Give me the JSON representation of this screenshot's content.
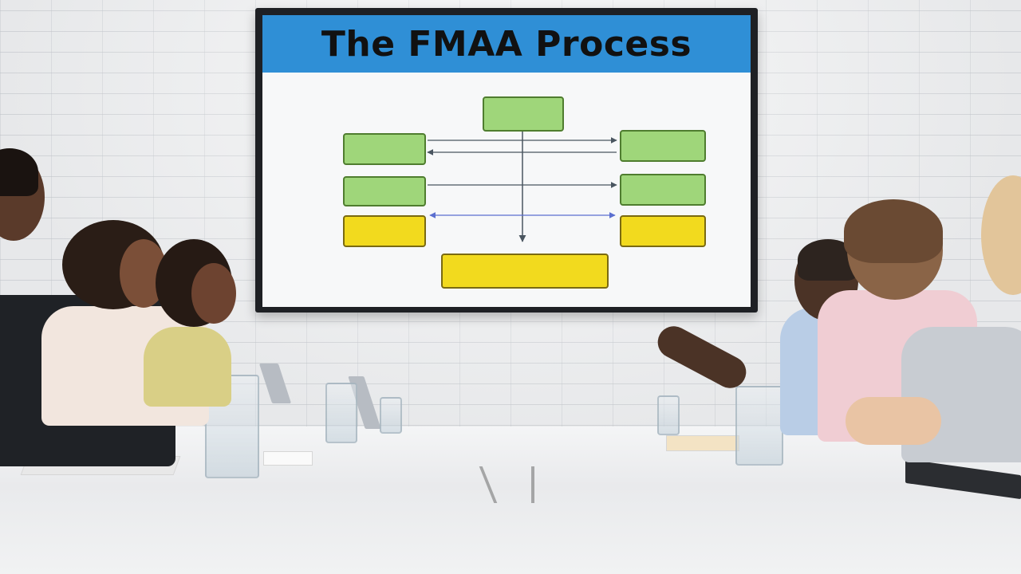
{
  "screen": {
    "title": "The FMAA Process",
    "nodes": [
      {
        "id": "top",
        "text": "",
        "color": "green"
      },
      {
        "id": "left-1",
        "text": "",
        "color": "green"
      },
      {
        "id": "left-2",
        "text": "",
        "color": "green"
      },
      {
        "id": "left-3",
        "text": "",
        "color": "yellow"
      },
      {
        "id": "right-1",
        "text": "",
        "color": "green"
      },
      {
        "id": "right-2",
        "text": "",
        "color": "green"
      },
      {
        "id": "right-3",
        "text": "",
        "color": "yellow"
      },
      {
        "id": "bottom",
        "text": "",
        "color": "yellow"
      }
    ]
  },
  "colors": {
    "title_bar": "#2f8fd6",
    "node_green": "#9fd67a",
    "node_yellow": "#f2da1e",
    "connector": "#4a5560"
  }
}
